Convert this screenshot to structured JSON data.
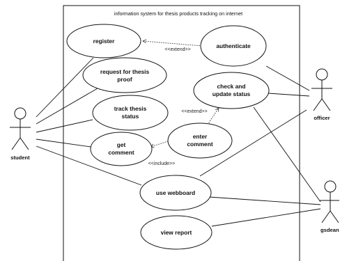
{
  "system": {
    "title": "information system for thesis products tracking on internet"
  },
  "actors": {
    "student": "student",
    "officer": "officer",
    "gsdean": "gsdean"
  },
  "use_cases": {
    "register": [
      "register"
    ],
    "authenticate": [
      "authenticate"
    ],
    "request_proof": [
      "request for thesis",
      "proof"
    ],
    "check_update": [
      "check and",
      "update status"
    ],
    "track_status": [
      "track thesis",
      "status"
    ],
    "enter_comment": [
      "enter",
      "comment"
    ],
    "get_comment": [
      "get",
      "comment"
    ],
    "use_webboard": [
      "use webboard"
    ],
    "view_report": [
      "view report"
    ]
  },
  "relations": {
    "extend_label": "<<extend>>",
    "include_label": "<<include>>"
  }
}
